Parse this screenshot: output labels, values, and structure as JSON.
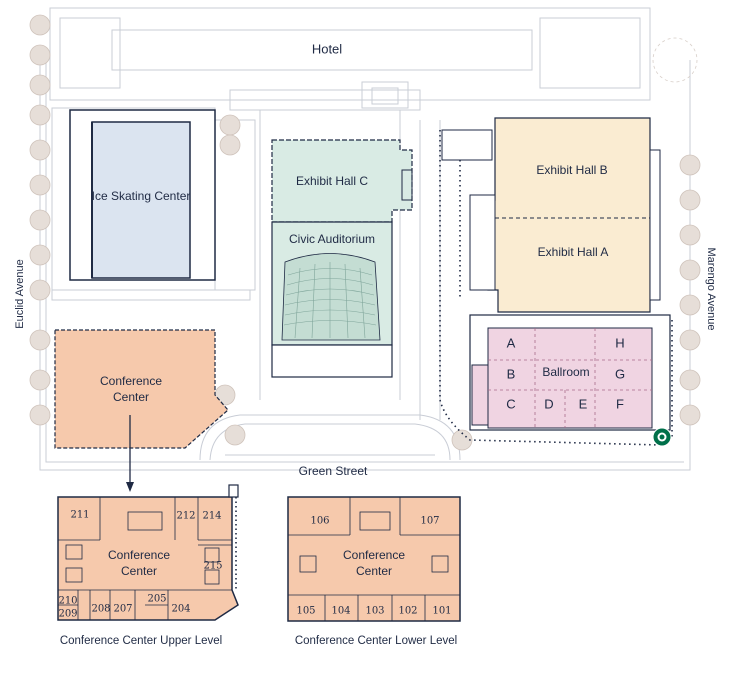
{
  "colors": {
    "outline": "#c9cdd6",
    "line_dark": "#1f2a44",
    "ice": "#dbe4f0",
    "exhibit_c": "#d9ebe4",
    "exhibit_ab": "#faecd2",
    "ballroom": "#f0d4e2",
    "conference": "#f6c9ac",
    "tree": "#d8cfc9",
    "starbucks": "#00704a"
  },
  "streets": {
    "west": "Euclid Avenue",
    "east": "Marengo Avenue",
    "south": "Green Street"
  },
  "buildings": {
    "hotel": "Hotel",
    "ice_skating": "Ice Skating Center",
    "exhibit_hall_c": "Exhibit Hall C",
    "civic_auditorium": "Civic Auditorium",
    "exhibit_hall_b": "Exhibit Hall B",
    "exhibit_hall_a": "Exhibit Hall A",
    "ballroom": "Ballroom",
    "conference_line1": "Conference",
    "conference_line2": "Center"
  },
  "ballroom_sections": [
    "A",
    "B",
    "C",
    "D",
    "E",
    "F",
    "G",
    "H"
  ],
  "upper_level": {
    "caption": "Conference Center Upper Level",
    "title_line1": "Conference",
    "title_line2": "Center",
    "rooms": [
      "211",
      "212",
      "214",
      "215",
      "210",
      "209",
      "208",
      "207",
      "205",
      "204"
    ]
  },
  "lower_level": {
    "caption": "Conference Center Lower Level",
    "title_line1": "Conference",
    "title_line2": "Center",
    "rooms": [
      "106",
      "107",
      "105",
      "104",
      "103",
      "102",
      "101"
    ]
  },
  "icons": {
    "starbucks": "starbucks-logo-icon",
    "trees": "tree-icon"
  }
}
